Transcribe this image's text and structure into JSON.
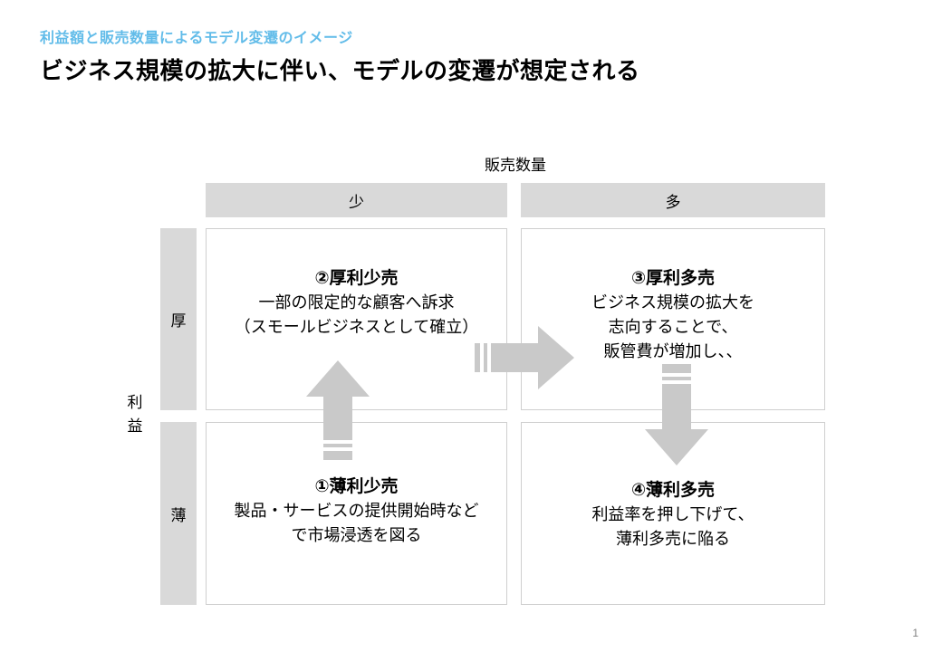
{
  "header": {
    "eyebrow": "利益額と販売数量によるモデル変遷のイメージ",
    "title": "ビジネス規模の拡大に伴い、モデルの変遷が想定される",
    "eyebrow_color": "#62bce9",
    "title_color": "#000000"
  },
  "matrix": {
    "x_axis_label": "販売数量",
    "y_axis_label_chars": [
      "利",
      "益"
    ],
    "column_headers": [
      {
        "key": "low",
        "label": "少"
      },
      {
        "key": "high",
        "label": "多"
      }
    ],
    "row_headers": [
      {
        "key": "thick",
        "label": "厚"
      },
      {
        "key": "thin",
        "label": "薄"
      }
    ],
    "header_fill": "#d9d9d9",
    "cell_border": "#cfcfcf",
    "quadrants": [
      {
        "key": "q2",
        "row": "thick",
        "column": "low",
        "title": "②厚利少売",
        "lines": [
          "一部の限定的な顧客へ訴求",
          "（スモールビジネスとして確立）"
        ]
      },
      {
        "key": "q3",
        "row": "thick",
        "column": "high",
        "title": "③厚利多売",
        "lines": [
          "ビジネス規模の拡大を",
          "志向することで、",
          "販管費が増加し、、"
        ]
      },
      {
        "key": "q1",
        "row": "thin",
        "column": "low",
        "title": "①薄利少売",
        "lines": [
          "製品・サービスの提供開始時など",
          "で市場浸透を図る"
        ]
      },
      {
        "key": "q4",
        "row": "thin",
        "column": "high",
        "title": "④薄利多売",
        "lines": [
          "利益率を押し下げて、",
          "薄利多売に陥る"
        ]
      }
    ]
  },
  "arrows": {
    "fill": "#c9c9c9",
    "items": [
      {
        "key": "up",
        "direction": "up",
        "from": "q1",
        "to": "q2"
      },
      {
        "key": "right",
        "direction": "right",
        "from": "q2",
        "to": "q3"
      },
      {
        "key": "down",
        "direction": "down",
        "from": "q3",
        "to": "q4"
      }
    ]
  },
  "footer": {
    "page_number": "1"
  }
}
